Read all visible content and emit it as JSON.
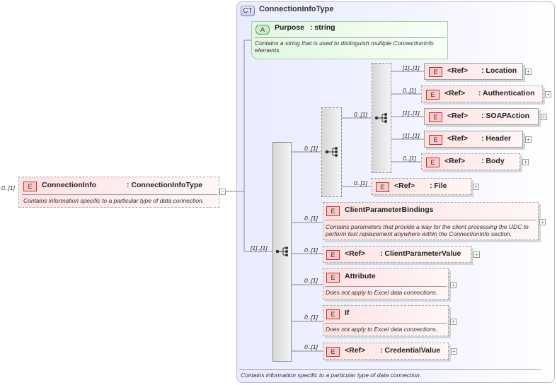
{
  "complex_type": {
    "badge": "CT",
    "name": "ConnectionInfoType",
    "footer": "Contains information specific to a particular type of data connection."
  },
  "root": {
    "badge": "E",
    "name": "ConnectionInfo",
    "type": ": ConnectionInfoType",
    "description": "Contains information specific to a particular type of data connection.",
    "cardinality": "0..[1]"
  },
  "attribute": {
    "badge": "A",
    "name": "Purpose",
    "type": ": string",
    "description": "Contains a string that is used to distinguish multiple ConnectionInfo elements."
  },
  "compositors": {
    "main_cardinality": "[1]..[1]",
    "choice_cardinality": "0..[1]",
    "inner_cardinality": "0..[1]"
  },
  "inner_elements": [
    {
      "badge": "E",
      "ref": "<Ref>",
      "name": ": Location",
      "cardinality": "[1]..[1]"
    },
    {
      "badge": "E",
      "ref": "<Ref>",
      "name": ": Authentication",
      "cardinality": "0..[1]"
    },
    {
      "badge": "E",
      "ref": "<Ref>",
      "name": ": SOAPAction",
      "cardinality": "[1]..[1]"
    },
    {
      "badge": "E",
      "ref": "<Ref>",
      "name": ": Header",
      "cardinality": "[1]..[1]"
    },
    {
      "badge": "E",
      "ref": "<Ref>",
      "name": ": Body",
      "cardinality": "0..[1]"
    }
  ],
  "file_element": {
    "badge": "E",
    "ref": "<Ref>",
    "name": ": File",
    "cardinality": "0..[1]"
  },
  "sequence_elements": [
    {
      "badge": "E",
      "name": "ClientParameterBindings",
      "description": "Contains parameters that provide a way for the client processing the UDC to perform text replacement anywhere within the ConnectionInfo section.",
      "cardinality": "0..[1]"
    },
    {
      "badge": "E",
      "ref": "<Ref>",
      "name": ": ClientParameterValue",
      "cardinality": "0..[1]"
    },
    {
      "badge": "E",
      "name": "Attribute",
      "description": "Does not apply to Excel data connections.",
      "cardinality": "0..[1]"
    },
    {
      "badge": "E",
      "name": "If",
      "description": "Does not apply to Excel data connections.",
      "cardinality": "0..[1]"
    },
    {
      "badge": "E",
      "ref": "<Ref>",
      "name": ": CredentialValue",
      "cardinality": "0..[1]"
    }
  ],
  "expander_symbol": "+",
  "collapse_symbol": "−"
}
